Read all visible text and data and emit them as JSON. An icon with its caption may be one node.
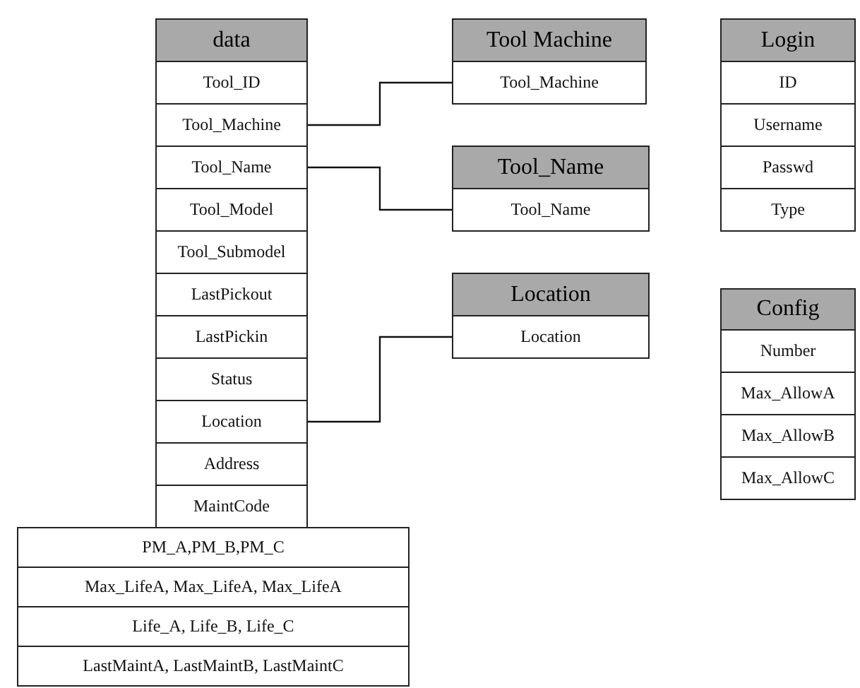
{
  "diagram": {
    "nodes": [
      {
        "text": [
          "data"
        ]
      },
      {
        "text": [
          "Tool_ID"
        ],
        "in": 0
      },
      {
        "text": [
          "Tool_Machine"
        ],
        "in": 0
      },
      {
        "text": [
          "Tool_Name"
        ],
        "in": 0
      },
      {
        "text": [
          "Tool_Model"
        ],
        "in": 0
      },
      {
        "text": [
          "Tool_Submodel"
        ],
        "in": 0
      },
      {
        "text": [
          "LastPickout"
        ],
        "in": 0
      },
      {
        "text": [
          "LastPickin"
        ],
        "in": 0
      },
      {
        "text": [
          "Status"
        ],
        "in": 0
      },
      {
        "text": [
          "Location"
        ],
        "in": 0
      },
      {
        "text": [
          "Address"
        ],
        "in": 0
      },
      {
        "text": [
          "MaintCode"
        ],
        "in": 0
      },
      {
        "text": [
          "PM_A,PM_B,PM_C"
        ]
      },
      {
        "text": [
          "Max_LifeA, Max_LifeA, Max_LifeA"
        ]
      },
      {
        "text": [
          "Life_A, Life_B, Life_C"
        ]
      },
      {
        "text": [
          "LastMaintA, LastMaintB, LastMaintC"
        ]
      },
      {
        "text": [
          "Tool Machine"
        ]
      },
      {
        "text": [
          "Tool_Machine"
        ],
        "in": 16
      },
      {
        "text": [
          "Tool_Name"
        ]
      },
      {
        "text": [
          "Tool_Name"
        ],
        "in": 18
      },
      {
        "text": [
          "Location"
        ]
      },
      {
        "text": [
          "Location"
        ],
        "in": 20
      },
      {
        "text": [
          "Login"
        ]
      },
      {
        "text": [
          "ID"
        ],
        "in": 22
      },
      {
        "text": [
          "Username"
        ],
        "in": 22
      },
      {
        "text": [
          "Passwd"
        ],
        "in": 22
      },
      {
        "text": [
          "Type"
        ],
        "in": 22
      },
      {
        "text": [
          "Config"
        ]
      },
      {
        "text": [
          "Number"
        ],
        "in": 27
      },
      {
        "text": [
          "Max_AllowA"
        ],
        "in": 27
      },
      {
        "text": [
          "Max_AllowB"
        ],
        "in": 27
      },
      {
        "text": [
          "Max_AllowC"
        ],
        "in": 27
      }
    ],
    "edges": [
      {
        "from": 2,
        "to": 17,
        "arrow": "none"
      },
      {
        "from": 3,
        "to": 19,
        "arrow": "none"
      },
      {
        "from": 9,
        "to": 21,
        "arrow": "none"
      }
    ]
  }
}
